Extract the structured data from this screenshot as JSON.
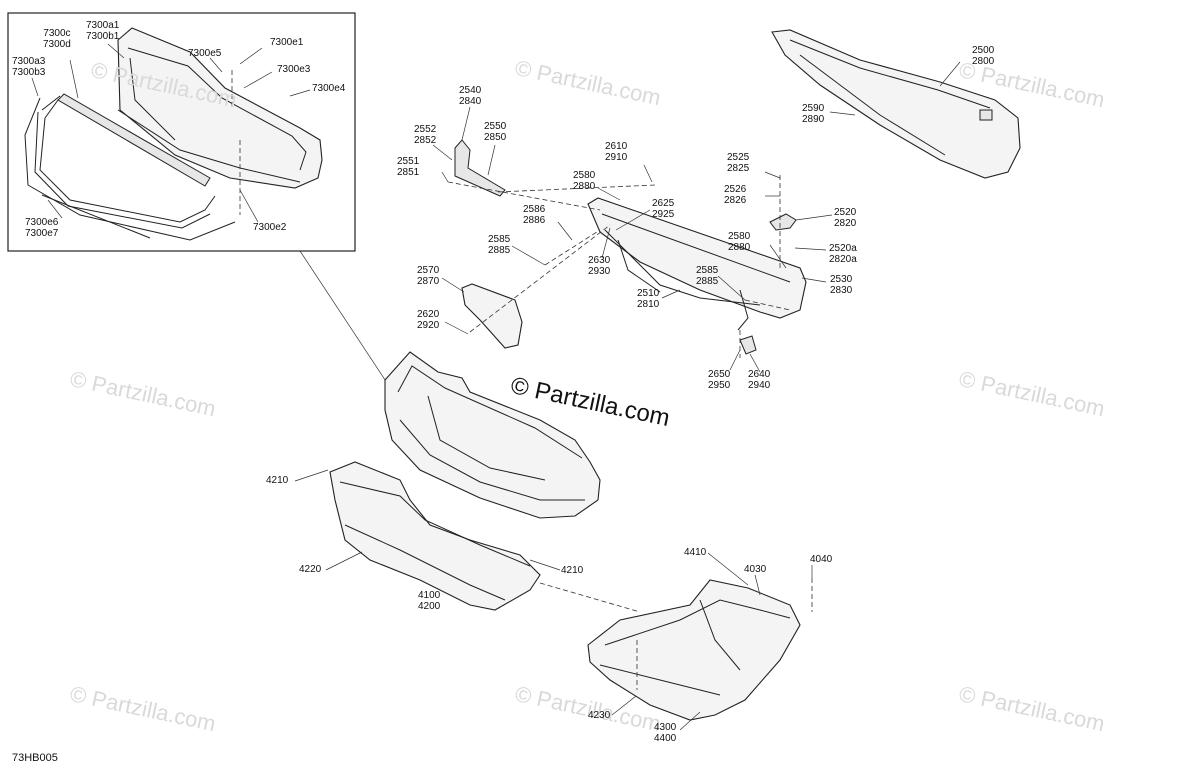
{
  "watermark_text": "© Partzilla.com",
  "copyright_text": "© Partzilla.com",
  "diagram_code": "73HB005",
  "inset": {
    "labels": {
      "l_7300c": "7300c\n7300d",
      "l_7300a1": "7300a1\n7300b1",
      "l_7300e5": "7300e5",
      "l_7300e1": "7300e1",
      "l_7300a3": "7300a3\n7300b3",
      "l_7300e3": "7300e3",
      "l_7300e4": "7300e4",
      "l_7300e6": "7300e6\n7300e7",
      "l_7300e2": "7300e2"
    }
  },
  "labels": {
    "l_2500": "2500\n2800",
    "l_2590": "2590\n2890",
    "l_2540": "2540\n2840",
    "l_2552": "2552\n2852",
    "l_2550": "2550\n2850",
    "l_2551": "2551\n2851",
    "l_2610": "2610\n2910",
    "l_2580a": "2580\n2880",
    "l_2525": "2525\n2825",
    "l_2526": "2526\n2826",
    "l_2520": "2520\n2820",
    "l_2586": "2586\n2886",
    "l_2625": "2625\n2925",
    "l_2585a": "2585\n2885",
    "l_2630": "2630\n2930",
    "l_2580b": "2580\n2880",
    "l_2520a": "2520a\n2820a",
    "l_2570": "2570\n2870",
    "l_2585b": "2585\n2885",
    "l_2530": "2530\n2830",
    "l_2510": "2510\n2810",
    "l_2620": "2620\n2920",
    "l_2650": "2650\n2950",
    "l_2640": "2640\n2940",
    "l_4210a": "4210",
    "l_4220": "4220",
    "l_4210b": "4210",
    "l_4100": "4100\n4200",
    "l_4410": "4410",
    "l_4030": "4030",
    "l_4040": "4040",
    "l_4230": "4230",
    "l_4300": "4300\n4400"
  }
}
